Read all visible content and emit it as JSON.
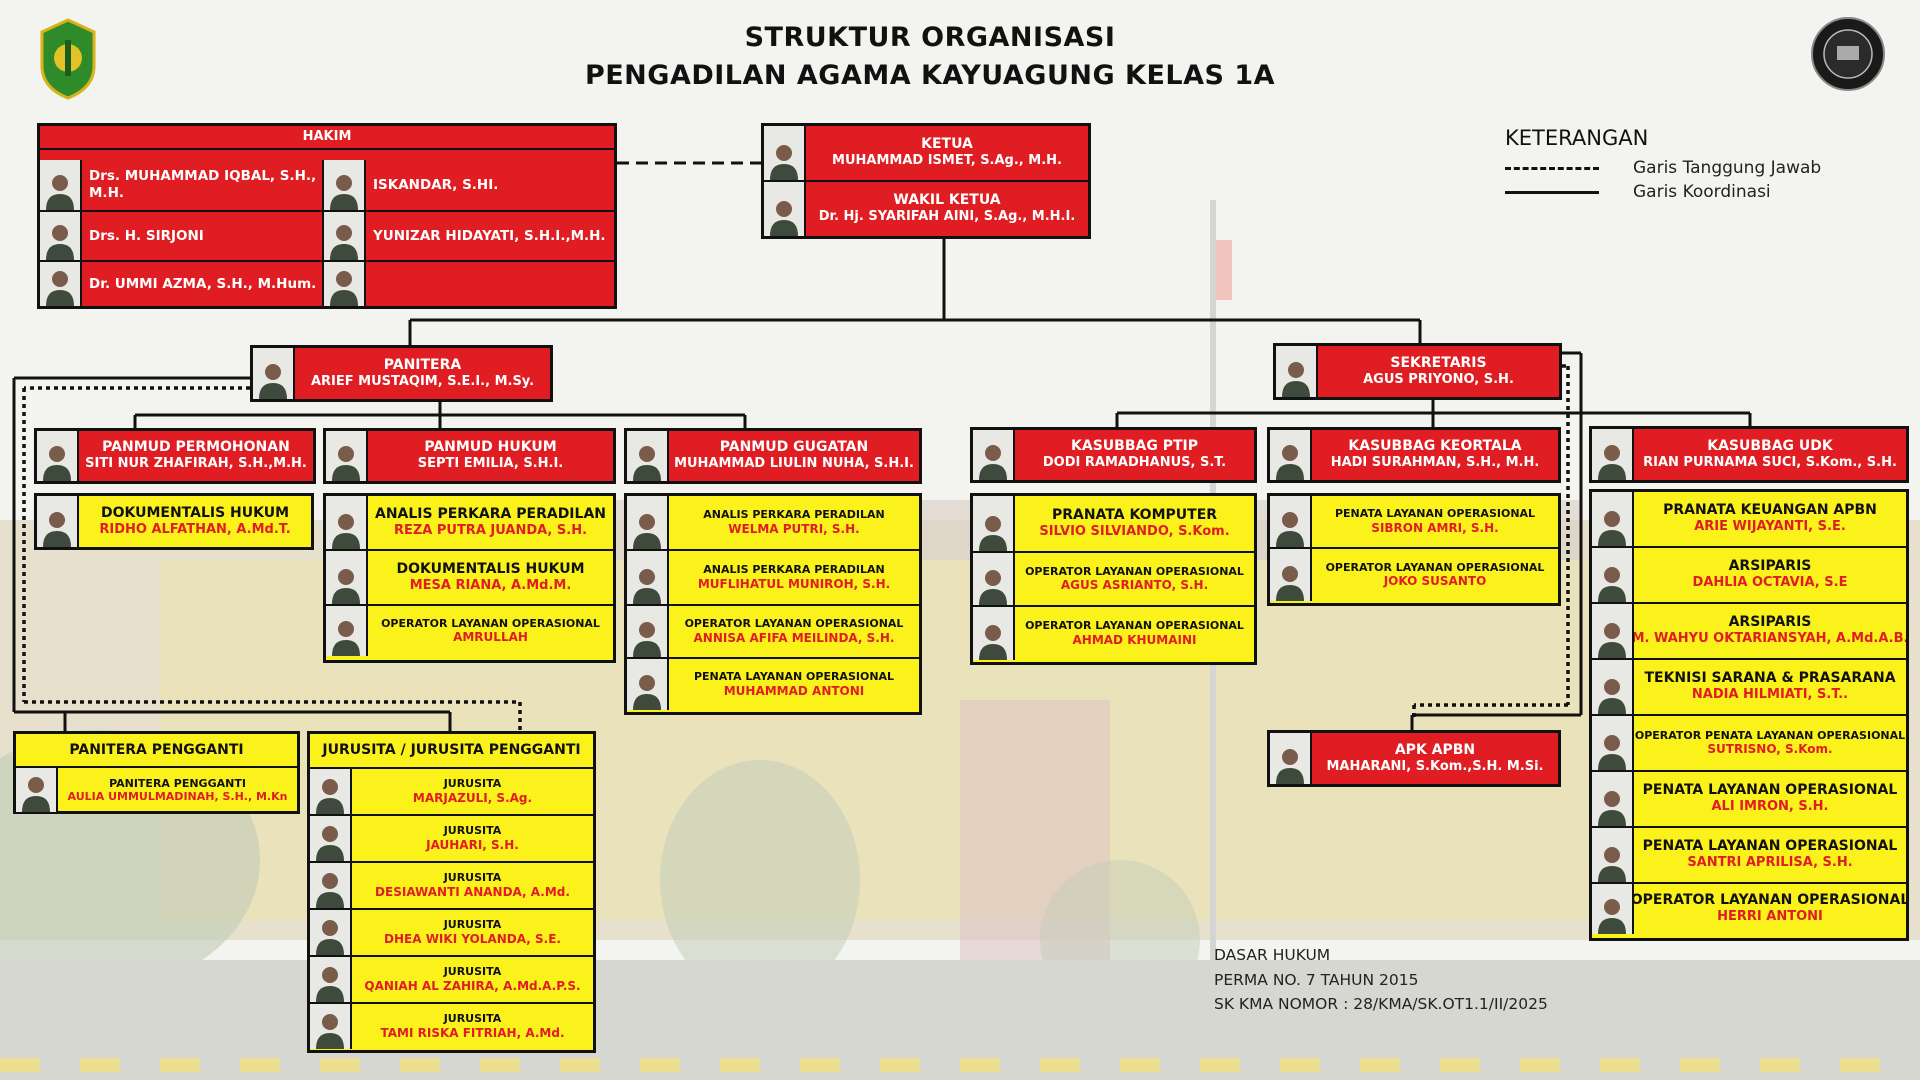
{
  "title": {
    "line1": "STRUKTUR ORGANISASI",
    "line2": "PENGADILAN AGAMA KAYUAGUNG KELAS 1A"
  },
  "colors": {
    "red": "#e01d22",
    "yellow": "#fbf21c",
    "border": "#111111"
  },
  "hakim": {
    "header": "HAKIM",
    "members": [
      "Drs. MUHAMMAD IQBAL, S.H., M.H.",
      "ISKANDAR, S.HI.",
      "Drs. H. SIRJONI",
      "YUNIZAR HIDAYATI, S.H.I.,M.H.",
      "Dr. UMMI AZMA, S.H., M.Hum."
    ]
  },
  "ketua": {
    "role": "KETUA",
    "name": "MUHAMMAD ISMET, S.Ag., M.H."
  },
  "wakil": {
    "role": "WAKIL KETUA",
    "name": "Dr. Hj. SYARIFAH AINI, S.Ag., M.H.I."
  },
  "legend": {
    "title": "KETERANGAN",
    "dashed": "Garis Tanggung Jawab",
    "solid": "Garis Koordinasi"
  },
  "panitera": {
    "role": "PANITERA",
    "name": "ARIEF MUSTAQIM, S.E.I., M.Sy."
  },
  "sekretaris": {
    "role": "SEKRETARIS",
    "name": "AGUS PRIYONO, S.H."
  },
  "panmud_permohonan": {
    "role": "PANMUD PERMOHONAN",
    "name": "SITI NUR ZHAFIRAH, S.H.,M.H."
  },
  "panmud_hukum": {
    "role": "PANMUD HUKUM",
    "name": "SEPTI EMILIA, S.H.I."
  },
  "panmud_gugatan": {
    "role": "PANMUD GUGATAN",
    "name": "MUHAMMAD LIULIN NUHA, S.H.I."
  },
  "kasubbag_ptip": {
    "role": "KASUBBAG PTIP",
    "name": "DODI RAMADHANUS, S.T."
  },
  "kasubbag_keortala": {
    "role": "KASUBBAG KEORTALA",
    "name": "HADI SURAHMAN, S.H., M.H."
  },
  "kasubbag_udk": {
    "role": "KASUBBAG UDK",
    "name": "RIAN PURNAMA SUCI, S.Kom., S.H."
  },
  "permohonan_staff": [
    {
      "role": "DOKUMENTALIS HUKUM",
      "name": "RIDHO ALFATHAN, A.Md.T."
    }
  ],
  "hukum_staff": [
    {
      "role": "ANALIS PERKARA PERADILAN",
      "name": "REZA PUTRA JUANDA, S.H."
    },
    {
      "role": "DOKUMENTALIS HUKUM",
      "name": "MESA RIANA, A.Md.M."
    },
    {
      "role": "OPERATOR LAYANAN OPERASIONAL",
      "name": "AMRULLAH"
    }
  ],
  "gugatan_staff": [
    {
      "role": "ANALIS PERKARA PERADILAN",
      "name": "WELMA PUTRI, S.H."
    },
    {
      "role": "ANALIS PERKARA PERADILAN",
      "name": "MUFLIHATUL MUNIROH, S.H."
    },
    {
      "role": "OPERATOR LAYANAN OPERASIONAL",
      "name": "ANNISA AFIFA MEILINDA, S.H."
    },
    {
      "role": "PENATA LAYANAN OPERASIONAL",
      "name": "MUHAMMAD ANTONI"
    }
  ],
  "ptip_staff": [
    {
      "role": "PRANATA KOMPUTER",
      "name": "SILVIO SILVIANDO, S.Kom."
    },
    {
      "role": "OPERATOR LAYANAN OPERASIONAL",
      "name": "AGUS ASRIANTO, S.H."
    },
    {
      "role": "OPERATOR LAYANAN OPERASIONAL",
      "name": "AHMAD KHUMAINI"
    }
  ],
  "keortala_staff": [
    {
      "role": "PENATA LAYANAN OPERASIONAL",
      "name": "SIBRON AMRI, S.H."
    },
    {
      "role": "OPERATOR LAYANAN OPERASIONAL",
      "name": "JOKO SUSANTO"
    }
  ],
  "udk_staff": [
    {
      "role": "PRANATA KEUANGAN APBN",
      "name": "ARIE WIJAYANTI, S.E."
    },
    {
      "role": "ARSIPARIS",
      "name": "DAHLIA OCTAVIA, S.E"
    },
    {
      "role": "ARSIPARIS",
      "name": "M. WAHYU OKTARIANSYAH, A.Md.A.B."
    },
    {
      "role": "TEKNISI SARANA & PRASARANA",
      "name": "NADIA HILMIATI, S.T.."
    },
    {
      "role": "OPERATOR PENATA LAYANAN OPERASIONAL",
      "name": "SUTRISNO, S.Kom."
    },
    {
      "role": "PENATA LAYANAN OPERASIONAL",
      "name": "ALI IMRON, S.H."
    },
    {
      "role": "PENATA LAYANAN OPERASIONAL",
      "name": "SANTRI APRILISA, S.H."
    },
    {
      "role": "OPERATOR LAYANAN OPERASIONAL",
      "name": "HERRI ANTONI"
    }
  ],
  "apk": {
    "role": "APK APBN",
    "name": "MAHARANI, S.Kom.,S.H. M.Si."
  },
  "panitera_pengganti": {
    "header": "PANITERA PENGGANTI",
    "members": [
      {
        "role": "PANITERA PENGGANTI",
        "name": "AULIA UMMULMADINAH, S.H., M.Kn"
      }
    ]
  },
  "jurusita": {
    "header": "JURUSITA / JURUSITA PENGGANTI",
    "members": [
      {
        "role": "JURUSITA",
        "name": "MARJAZULI, S.Ag."
      },
      {
        "role": "JURUSITA",
        "name": "JAUHARI, S.H."
      },
      {
        "role": "JURUSITA",
        "name": "DESIAWANTI ANANDA, A.Md."
      },
      {
        "role": "JURUSITA",
        "name": "DHEA WIKI YOLANDA, S.E."
      },
      {
        "role": "JURUSITA",
        "name": "QANIAH AL ZAHIRA, A.Md.A.P.S."
      },
      {
        "role": "JURUSITA",
        "name": "TAMI RISKA FITRIAH, A.Md."
      }
    ]
  },
  "dasar_hukum": {
    "title": "DASAR HUKUM",
    "line1": "PERMA NO. 7 TAHUN 2015",
    "line2": "SK KMA NOMOR : 28/KMA/SK.OT1.1/II/2025"
  }
}
